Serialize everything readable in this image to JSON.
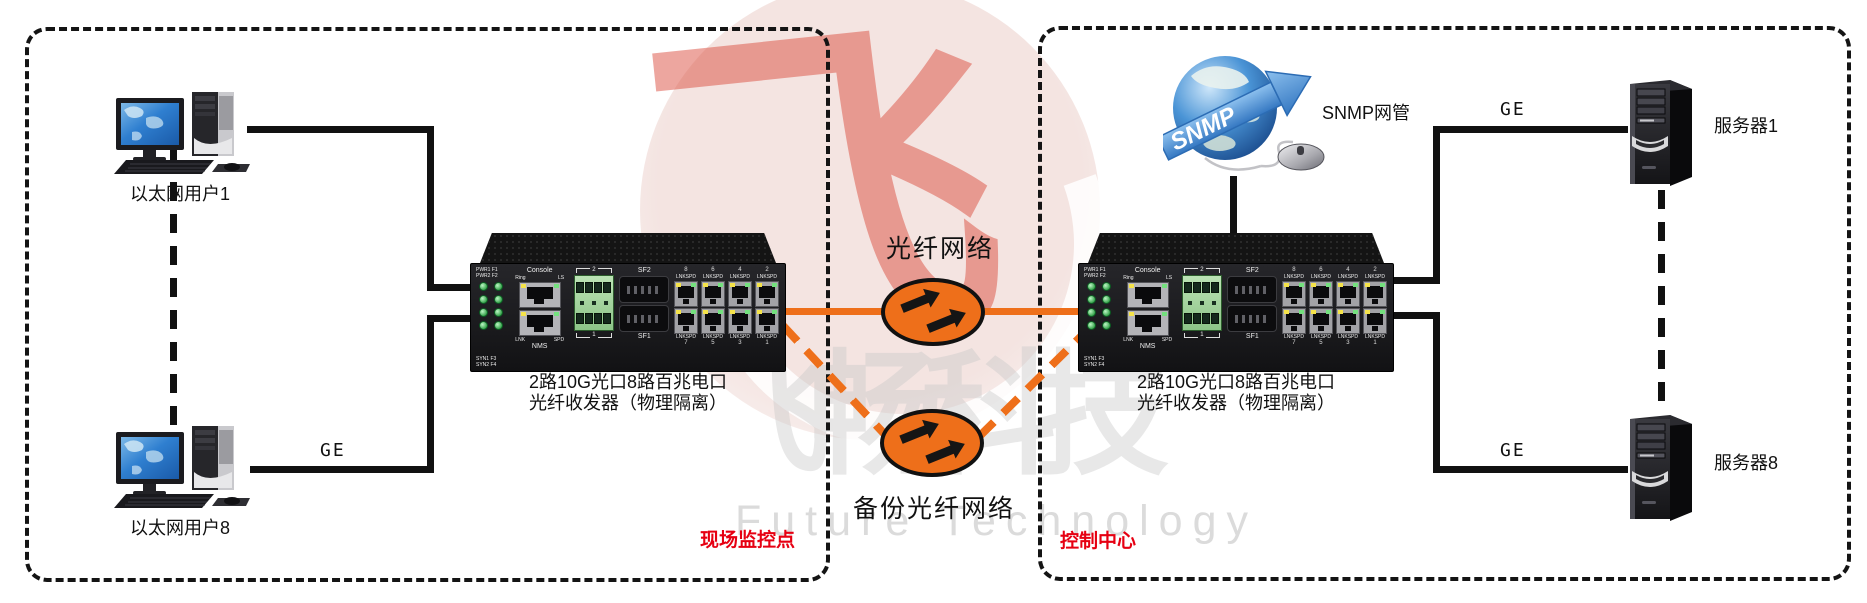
{
  "zones": {
    "site": {
      "label": "现场监控点"
    },
    "center": {
      "label": "控制中心"
    }
  },
  "nodes": {
    "user1": {
      "label": "以太网用户1"
    },
    "user8": {
      "label": "以太网用户8"
    },
    "server1": {
      "label": "服务器1"
    },
    "server8": {
      "label": "服务器8"
    },
    "snmp": {
      "label": "SNMP网管",
      "globe_text": "SNMP"
    }
  },
  "device": {
    "caption_line1": "2路10G光口8路百兆电口",
    "caption_line2": "光纤收发器（物理隔离）",
    "panel": {
      "console": "Console",
      "ring": "Ring",
      "ls": "LS",
      "pwr1": "PWR1 F1",
      "pwr2": "PWR2 F2",
      "syn1": "SYN1 F3",
      "syn2": "SYN2 F4",
      "lnk": "LNK",
      "spd": "SPD",
      "nms": "NMS",
      "sf1": "SF1",
      "sf2": "SF2",
      "tb_top": "2",
      "tb_bottom": "1",
      "top_ports": [
        "8",
        "6",
        "4",
        "2"
      ],
      "bottom_ports": [
        "7",
        "5",
        "3",
        "1"
      ]
    }
  },
  "links": {
    "ge_left": "GE",
    "ge_top": "GE",
    "ge_bottom": "GE"
  },
  "clouds": {
    "primary": {
      "label": "光纤网络"
    },
    "backup": {
      "label": "备份光纤网络"
    }
  },
  "watermark": {
    "logo_glyph": "飞",
    "cjk": "飞畅科技",
    "latin": "Future Technology"
  },
  "colors": {
    "orange": "#ee6f1a",
    "red_label": "#e60012",
    "line_black": "#111111"
  }
}
